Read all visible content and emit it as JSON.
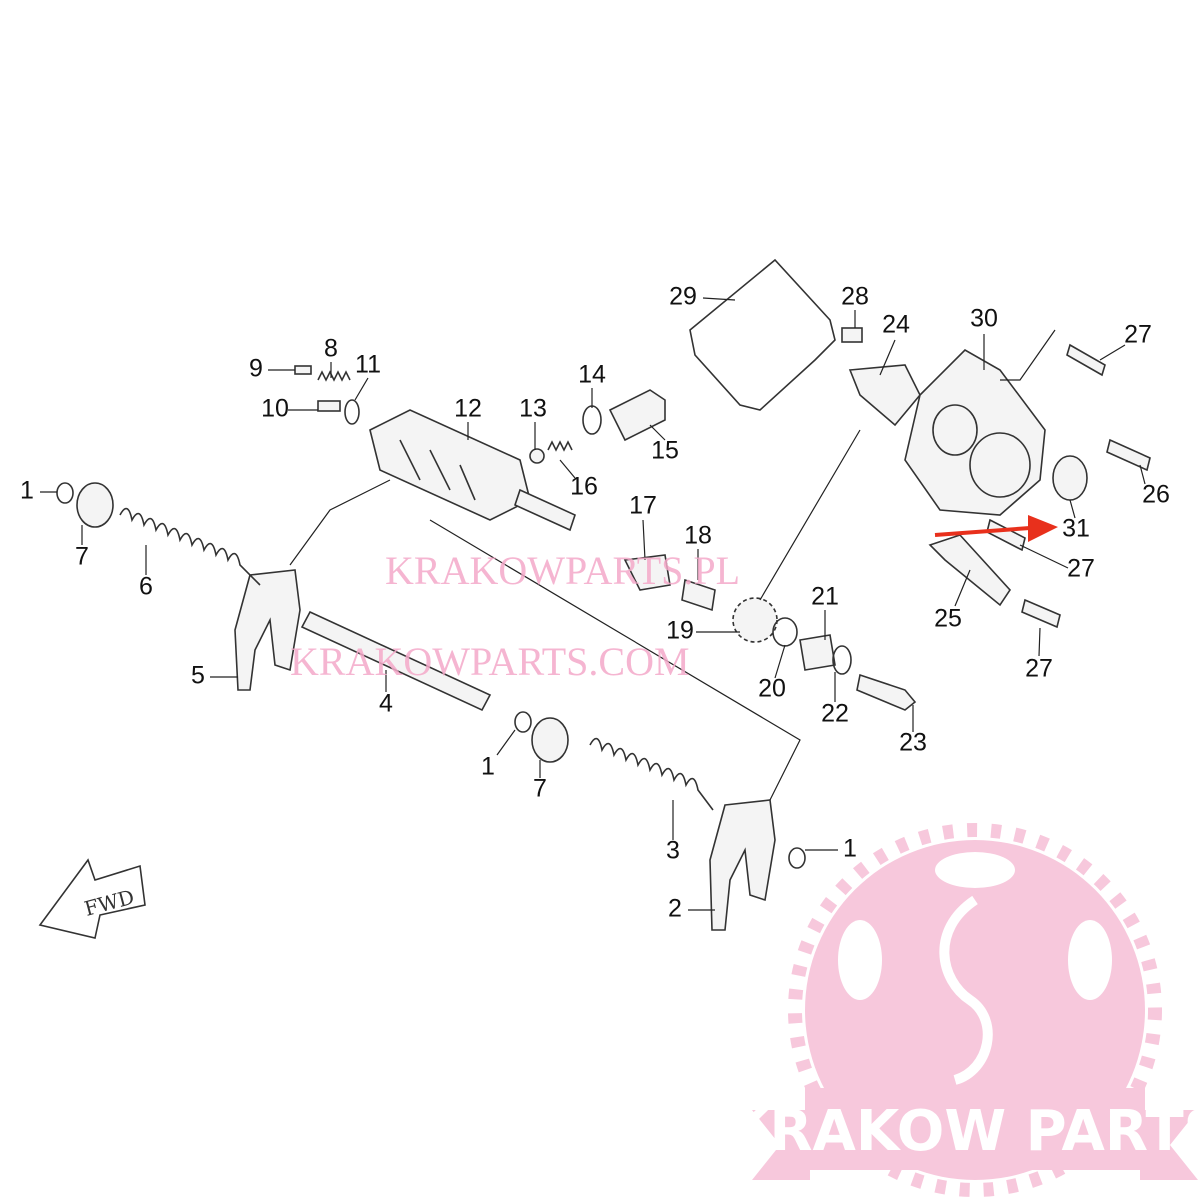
{
  "diagram": {
    "callouts": [
      "1",
      "7",
      "6",
      "5",
      "4",
      "1",
      "7",
      "3",
      "1",
      "2",
      "9",
      "8",
      "11",
      "10",
      "12",
      "13",
      "14",
      "15",
      "16",
      "17",
      "18",
      "19",
      "20",
      "21",
      "22",
      "23",
      "29",
      "28",
      "24",
      "30",
      "27",
      "26",
      "31",
      "27",
      "25",
      "27"
    ],
    "direction_label": "FWD",
    "watermarks": [
      "KRAKOWPARTS.PL",
      "KRAKOWPARTS.COM"
    ],
    "logo_text": "KRAKOW PARTS",
    "highlight_arrow_color": "#e8301c",
    "highlighted_part": "31"
  }
}
